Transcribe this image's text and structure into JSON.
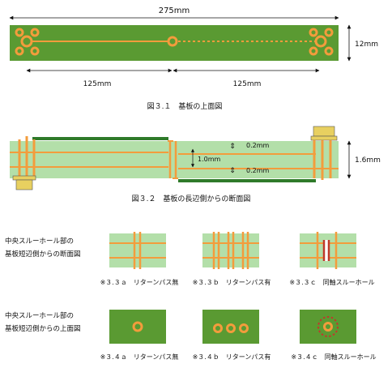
{
  "fig31": {
    "dim_total": "275mm",
    "dim_height": "12mm",
    "dim_left": "125mm",
    "dim_right": "125mm",
    "caption": "図３.１　基板の上面図"
  },
  "fig32": {
    "dim_top_gap": "0.2mm",
    "dim_core": "1.0mm",
    "dim_bottom_gap": "0.2mm",
    "dim_thickness": "1.6mm",
    "caption": "図３.２　基板の長辺側からの断面図"
  },
  "fig33": {
    "row_label_1": "中央スルーホール部の",
    "row_label_2": "基板短辺側からの断面図",
    "a": "※３.３ａ　リターンパス無",
    "b": "※３.３ｂ　リターンパス有",
    "c": "※３.３ｃ　同軸スルーホール"
  },
  "fig34": {
    "row_label_1": "中央スルーホール部の",
    "row_label_2": "基板短辺側からの上面図",
    "a": "※３.４ａ　リターンパス無",
    "b": "※３.４ｂ　リターンパス有",
    "c": "※３.４ｃ　同軸スルーホール"
  },
  "colors": {
    "board_green": "#5a9a32",
    "dielectric": "#b3dfa9",
    "copper": "#f39c3c",
    "dark_green": "#2f7a2a",
    "via_dark": "#c0392b"
  }
}
